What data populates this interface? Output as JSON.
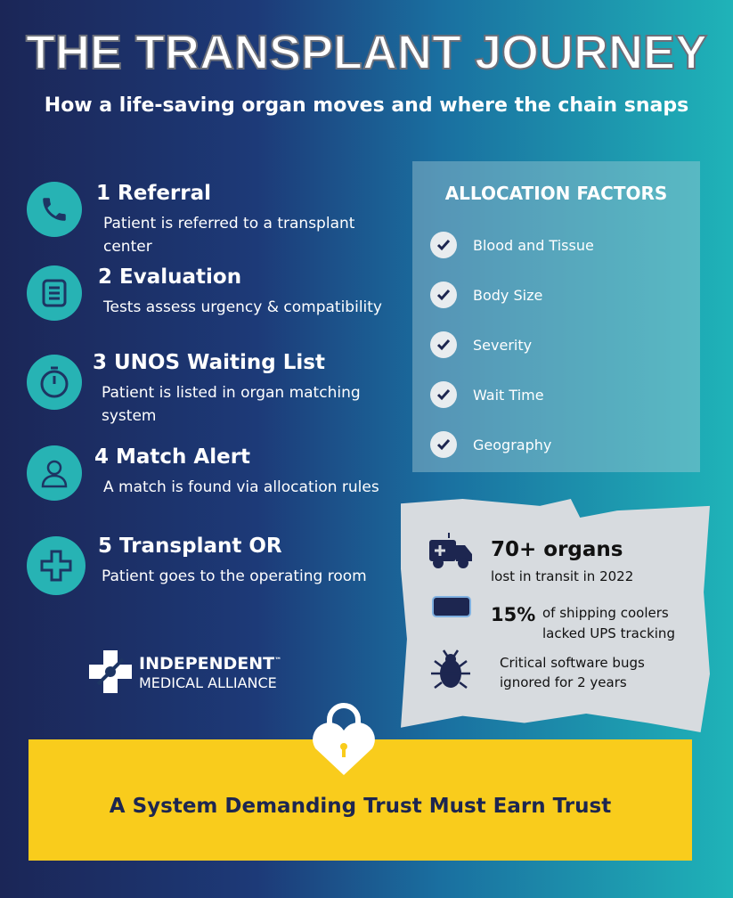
{
  "title": "THE TRANSPLANT JOURNEY",
  "subtitle": "How a life-saving organ moves and where the chain snaps",
  "steps": [
    {
      "title": "1 Referral",
      "body": "Patient is referred to a transplant center",
      "icon": "phone-icon"
    },
    {
      "title": "2 Evaluation",
      "body": "Tests assess urgency & compatibility",
      "icon": "document-icon"
    },
    {
      "title": "3 UNOS Waiting List",
      "body": "Patient is listed in organ matching system",
      "icon": "stopwatch-icon"
    },
    {
      "title": "4 Match Alert",
      "body": "A match is found via allocation rules",
      "icon": "person-icon"
    },
    {
      "title": "5 Transplant OR",
      "body": "Patient goes to the operating room",
      "icon": "medical-cross-icon"
    }
  ],
  "allocation": {
    "heading": "ALLOCATION FACTORS",
    "items": [
      "Blood and Tissue",
      "Body Size",
      "Severity",
      "Wait Time",
      "Geography"
    ]
  },
  "stats": {
    "s1_big": "70+ organs",
    "s1_small": "lost in transit in 2022",
    "s2_big": "15%",
    "s2_line1": "of shipping coolers",
    "s2_line2": "lacked UPS tracking",
    "s3_line1": "Critical software bugs",
    "s3_line2": "ignored for 2 years"
  },
  "logo": {
    "line1": "INDEPENDENT",
    "tm": "™",
    "line2": "MEDICAL ALLIANCE"
  },
  "banner": "A System Demanding Trust Must Earn Trust",
  "colors": {
    "accent": "#27b3b4",
    "banner": "#f9cc1c",
    "navy": "#1d2650"
  }
}
